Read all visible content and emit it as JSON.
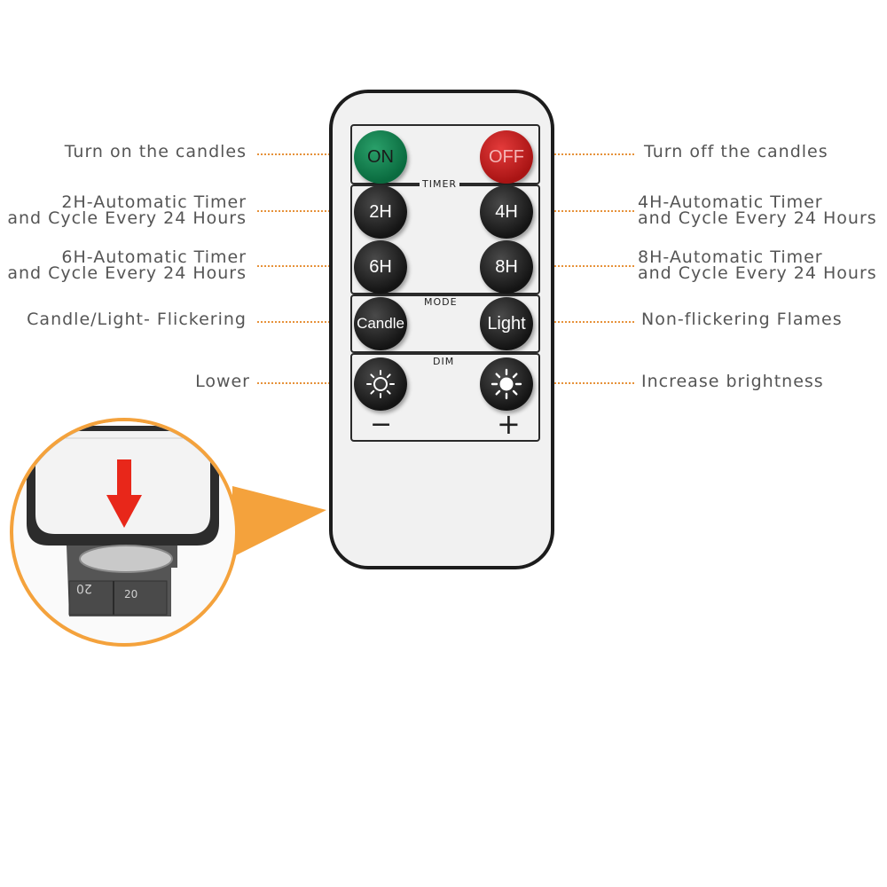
{
  "labels": {
    "on": "Turn on the candles",
    "off": "Turn off  the candles",
    "timer2_line1": "2H-Automatic Timer",
    "timer2_line2": "and Cycle Every 24 Hours",
    "timer4_line1": "4H-Automatic Timer",
    "timer4_line2": "and Cycle Every 24 Hours",
    "timer6_line1": "6H-Automatic Timer",
    "timer6_line2": "and Cycle Every 24 Hours",
    "timer8_line1": "8H-Automatic Timer",
    "timer8_line2": "and Cycle Every 24 Hours",
    "candle": "Candle/Light- Flickering",
    "light": "Non-flickering Flames",
    "lower": "Lower",
    "increase": "Increase brightness"
  },
  "remote": {
    "on_btn": "ON",
    "off_btn": "OFF",
    "timer_title": "TIMER",
    "btn_2h": "2H",
    "btn_4h": "4H",
    "btn_6h": "6H",
    "btn_8h": "8H",
    "mode_title": "MODE",
    "btn_candle": "Candle",
    "btn_light": "Light",
    "dim_title": "DIM",
    "minus": "−",
    "plus": "+"
  },
  "battery": {
    "mark_left": "20",
    "mark_right": "20"
  },
  "colors": {
    "accent": "#f4a23c",
    "dots": "#e6923a",
    "on": "#0a6b3f",
    "off": "#a91414"
  },
  "icons": [
    "sun-dim-icon",
    "sun-bright-icon",
    "arrow-down-icon"
  ]
}
